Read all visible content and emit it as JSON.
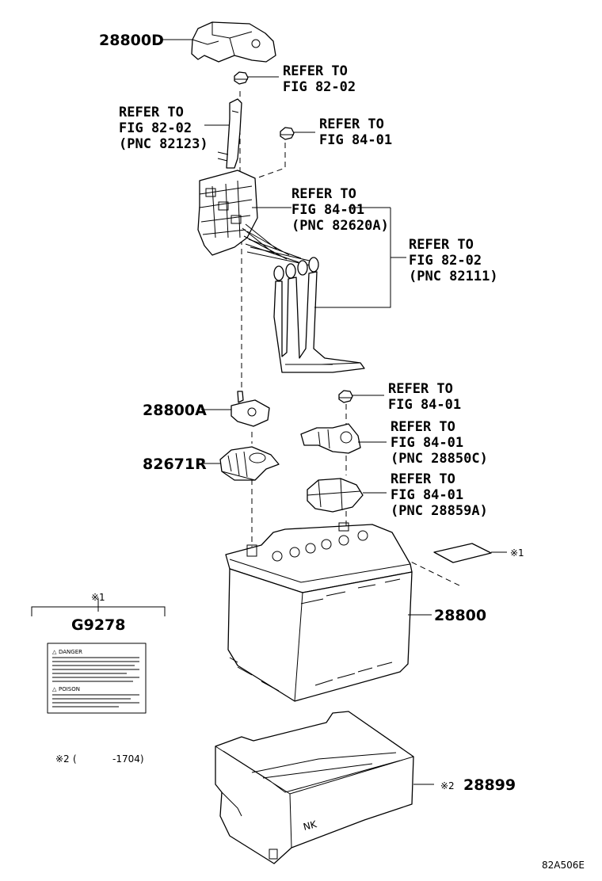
{
  "callouts": {
    "top_cover": "28800D",
    "nut_top": [
      "REFER TO",
      "FIG 82-02"
    ],
    "cable_pos": [
      "REFER TO",
      "FIG 82-02",
      "(PNC 82123)"
    ],
    "nut_right": [
      "REFER TO",
      "FIG 84-01"
    ],
    "fuse_block": [
      "REFER TO",
      "FIG 84-01",
      "(PNC 82620A)"
    ],
    "harness": [
      "REFER TO",
      "FIG 82-02",
      "(PNC 82111)"
    ],
    "terminal_cover": "28800A",
    "clamp": "82671R",
    "nut_neg": [
      "REFER TO",
      "FIG 84-01"
    ],
    "neg_terminal": [
      "REFER TO",
      "FIG 84-01",
      "(PNC 28850C)"
    ],
    "neg_cover": [
      "REFER TO",
      "FIG 84-01",
      "(PNC 28859A)"
    ],
    "label_mark": "※1",
    "battery": "28800",
    "tray": "28899",
    "tray_mark": "※2",
    "tray_logo": "NK"
  },
  "legend": {
    "mark": "※1",
    "part_no": "G9278",
    "warning1": "DANGER",
    "warning2": "POISON"
  },
  "footnote": {
    "mark": "※2",
    "open": "(",
    "range": "-1704)"
  },
  "figure_code": "82A506E"
}
